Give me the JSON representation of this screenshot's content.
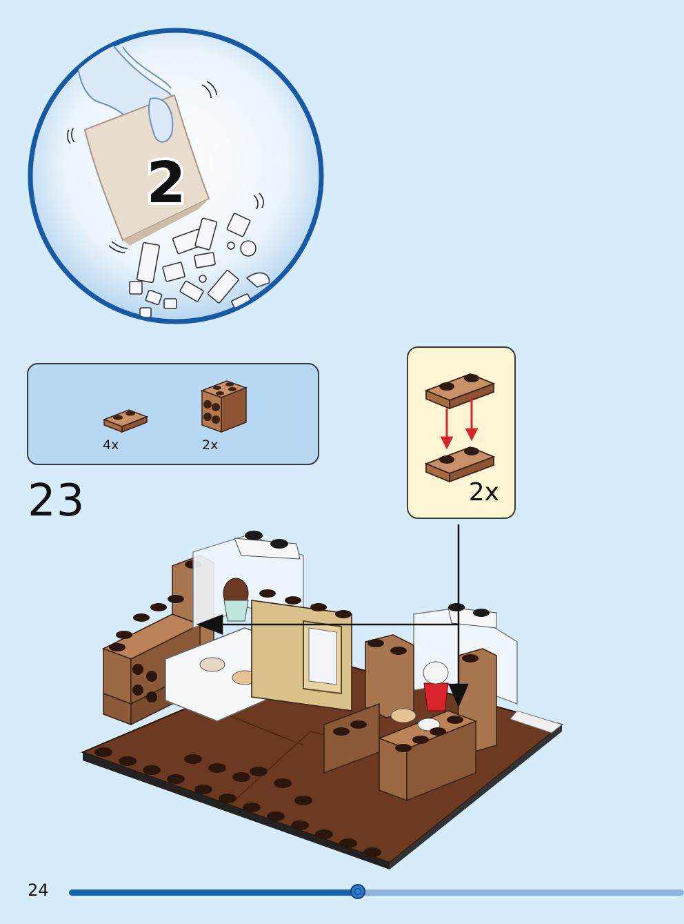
{
  "bag": {
    "number": "2"
  },
  "parts": [
    {
      "name": "1x2 brown plate",
      "count": "4x"
    },
    {
      "name": "2x2 brick with side studs",
      "count": "2x"
    }
  ],
  "step": {
    "number": "23"
  },
  "subassembly": {
    "count": "2x"
  },
  "page": {
    "number": "24",
    "progress": 0.47
  },
  "colors": {
    "background": "#d6ecfb",
    "circle_border": "#1659a6",
    "brick_brown": "#a9774f",
    "brick_dark": "#6a3a22",
    "plate_base": "#6b3a20",
    "progress_fill": "#1663b4",
    "progress_track": "#8eb3e0",
    "arrow_red": "#d8242a"
  }
}
